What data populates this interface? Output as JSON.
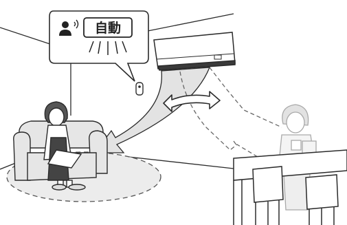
{
  "callout": {
    "sensor_icon": "person-sensor-icon",
    "mode_label": "自動"
  },
  "icons": {
    "air_conditioner": "wall-air-conditioner",
    "remote": "remote-control-icon",
    "sofa": "sofa",
    "table": "dining-table",
    "airflow_toggle": "double-arrow-icon"
  },
  "colors": {
    "line": "#2a2a2a",
    "airflow_fill": "#e3e3e3",
    "faded_line": "#a9a9a9"
  }
}
